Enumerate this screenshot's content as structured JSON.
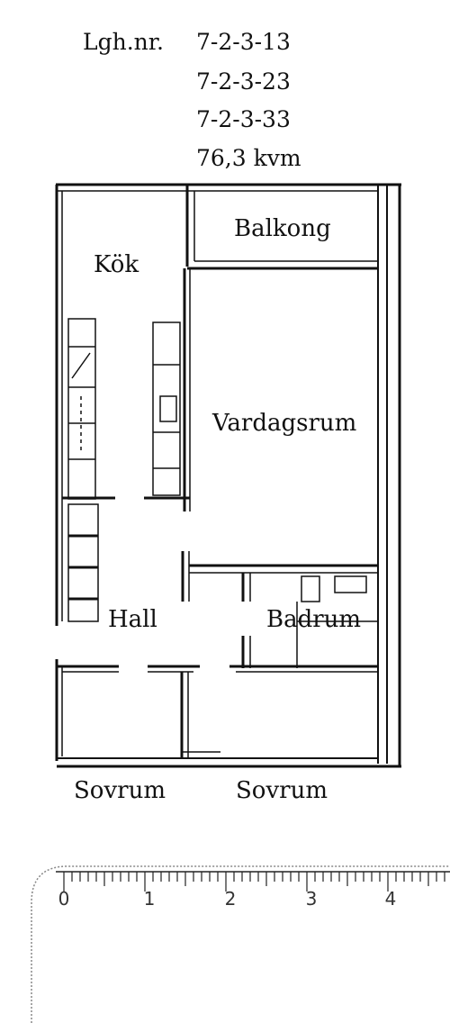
{
  "header": {
    "label": "Lgh.nr.",
    "numbers": [
      "7-2-3-13",
      "7-2-3-23",
      "7-2-3-33"
    ],
    "area": "76,3 kvm"
  },
  "rooms": {
    "balkong": "Balkong",
    "kok": "Kök",
    "vardagsrum": "Vardagsrum",
    "hall": "Hall",
    "badrum": "Badrum",
    "sovrum_left": "Sovrum",
    "sovrum_right": "Sovrum"
  },
  "scale": {
    "ticks": [
      "0",
      "1",
      "2",
      "3",
      "4"
    ]
  }
}
